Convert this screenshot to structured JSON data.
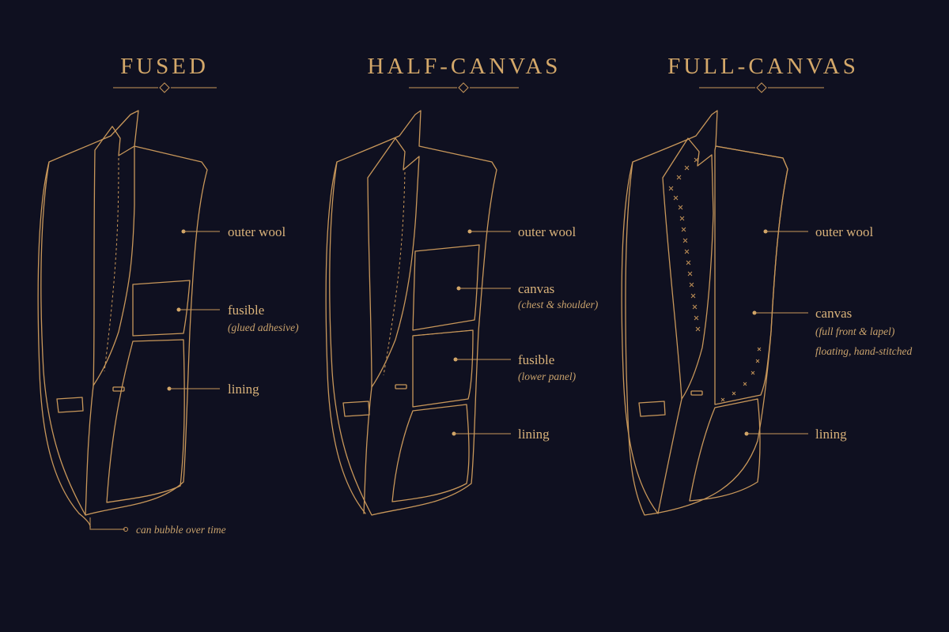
{
  "colors": {
    "background": "#0f1020",
    "gold": "#c8975a",
    "text": "#d9b27a"
  },
  "panels": [
    {
      "title": "FUSED",
      "labels": [
        {
          "text": "outer wool",
          "sub": ""
        },
        {
          "text": "fusible",
          "sub": "(glued adhesive)"
        },
        {
          "text": "lining",
          "sub": ""
        }
      ],
      "note": "can bubble over time"
    },
    {
      "title": "HALF-CANVAS",
      "labels": [
        {
          "text": "outer wool",
          "sub": ""
        },
        {
          "text": "canvas",
          "sub": "(chest & shoulder)"
        },
        {
          "text": "fusible",
          "sub": "(lower panel)"
        },
        {
          "text": "lining",
          "sub": ""
        }
      ]
    },
    {
      "title": "FULL-CANVAS",
      "labels": [
        {
          "text": "outer wool",
          "sub": ""
        },
        {
          "text": "canvas",
          "sub": "(full front & lapel)",
          "sub2": "floating, hand-stitched"
        },
        {
          "text": "lining",
          "sub": ""
        }
      ]
    }
  ]
}
